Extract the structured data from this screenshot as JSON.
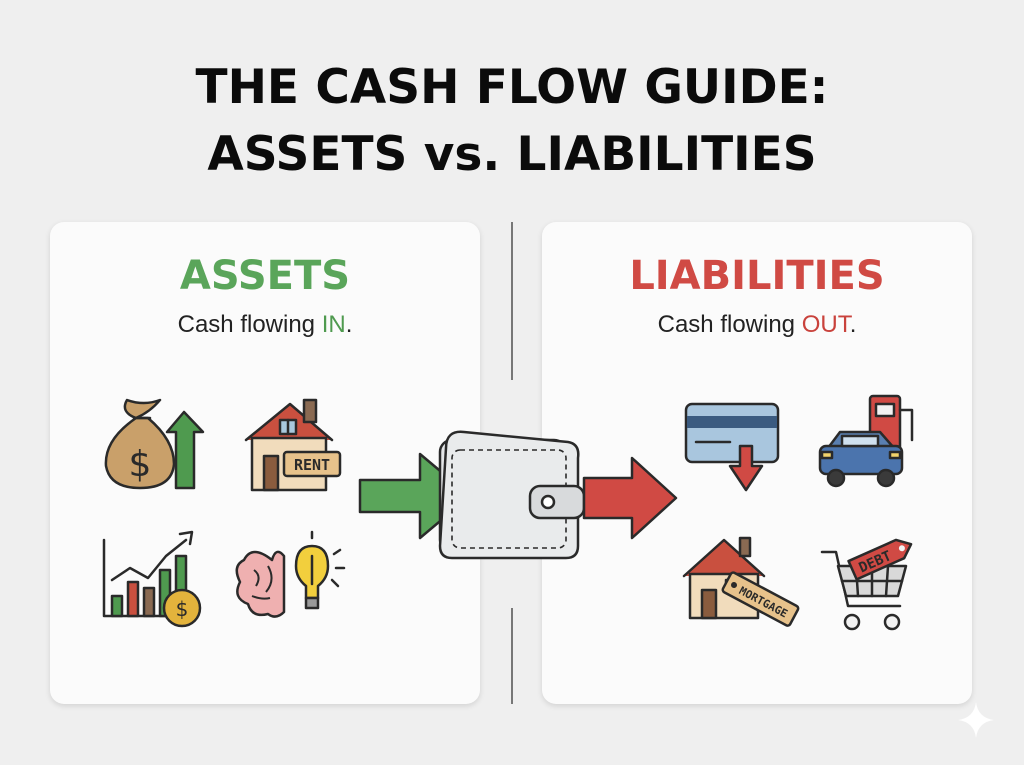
{
  "title": {
    "line1": "THE CASH FLOW GUIDE:",
    "line2": "ASSETS vs. LIABILITIES"
  },
  "assets": {
    "heading": "ASSETS",
    "subtitle_prefix": "Cash flowing ",
    "subtitle_accent": "IN",
    "subtitle_suffix": ".",
    "color": "#5aa55a",
    "icons": [
      "money-bag-icon",
      "rental-house-icon",
      "growth-chart-icon",
      "brain-idea-icon"
    ],
    "rent_label": "RENT"
  },
  "liabilities": {
    "heading": "LIABILITIES",
    "subtitle_prefix": "Cash flowing ",
    "subtitle_accent": "OUT",
    "subtitle_suffix": ".",
    "color": "#d04a44",
    "icons": [
      "credit-card-icon",
      "car-fuel-icon",
      "mortgage-house-icon",
      "debt-cart-icon"
    ],
    "mortgage_label": "MORTGAGE",
    "debt_label": "DEBT"
  },
  "center": {
    "icons": [
      "green-arrow-in-icon",
      "wallet-icon",
      "red-arrow-out-icon"
    ]
  }
}
